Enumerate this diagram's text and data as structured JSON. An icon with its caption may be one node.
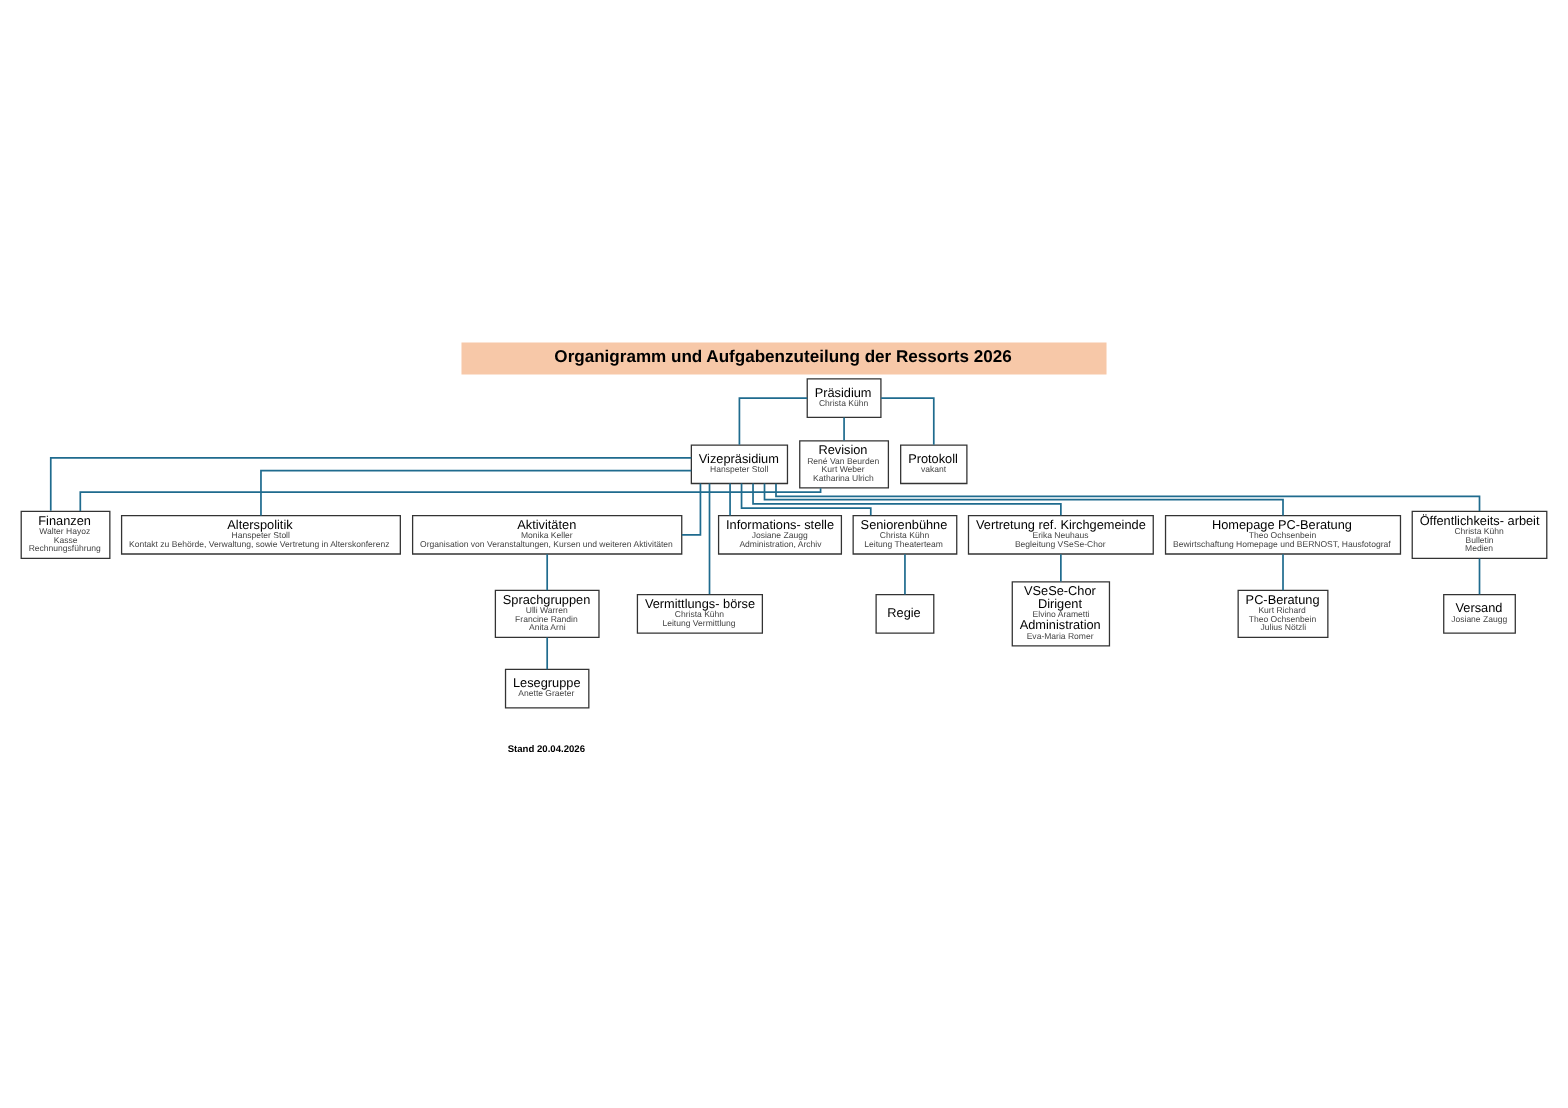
{
  "diagram": {
    "title": "Organigramm und Aufgabenzuteilung der Ressorts 2026",
    "nodes": [
      {
        "text": [
          "Präsidium",
          "Christa Kühn"
        ]
      },
      {
        "text": [
          "Revision",
          "René Van Beurden",
          "Kurt Weber",
          "Katharina Ulrich"
        ]
      },
      {
        "text": [
          "Protokoll",
          "vakant"
        ]
      },
      {
        "text": [
          "Vizepräsidium",
          "Hanspeter Stoll"
        ]
      },
      {
        "text": [
          "Finanzen",
          "Walter Hayoz",
          "Kasse",
          "Rechnungsführung"
        ]
      },
      {
        "text": [
          "Alterspolitik",
          "Hanspeter Stoll",
          "Kontakt zu Behörde, Verwaltung, sowie Vertretung in Alterskonferenz"
        ]
      },
      {
        "text": [
          "Aktivitäten",
          "Monika Keller",
          "Organisation von Veranstaltungen, Kursen und weiteren Aktivitäten"
        ]
      },
      {
        "text": [
          "Informations- stelle",
          "Josiane Zaugg",
          "Administration, Archiv"
        ]
      },
      {
        "text": [
          "Seniorenbühne",
          "Christa Kühn",
          "Leitung Theaterteam"
        ]
      },
      {
        "text": [
          "Vertretung ref. Kirchgemeinde",
          "Erika Neuhaus",
          "Begleitung VSeSe-Chor"
        ]
      },
      {
        "text": [
          "Homepage PC-Beratung",
          "Theo Ochsenbein",
          "Bewirtschaftung Homepage und BERNOST, Hausfotograf"
        ]
      },
      {
        "text": [
          "Öffentlichkeits- arbeit",
          "Christa Kühn",
          "Bulletin",
          "Medien"
        ]
      },
      {
        "text": [
          "Sprachgruppen",
          "Ulli Warren",
          "Francine Randin",
          "Anita Arni"
        ]
      },
      {
        "text": [
          "Lesegruppe",
          "Anette Graeter"
        ]
      },
      {
        "text": [
          "Vermittlungs- börse",
          "Christa Kühn",
          "Leitung Vermittlung"
        ]
      },
      {
        "text": [
          "Regie"
        ]
      },
      {
        "text": [
          "VSeSe-Chor",
          "Dirigent",
          "Elvino Arametti",
          "Administration",
          "Eva-Maria Romer"
        ]
      },
      {
        "text": [
          "PC-Beratung",
          "Kurt Richard",
          "Theo Ochsenbein",
          "Julius Nötzli"
        ]
      },
      {
        "text": [
          "Versand",
          "Josiane Zaugg"
        ]
      }
    ],
    "edges": [
      {
        "from": 0,
        "to": 3,
        "arrow": "none"
      },
      {
        "from": 0,
        "to": 1,
        "arrow": "none"
      },
      {
        "from": 0,
        "to": 2,
        "arrow": "none"
      },
      {
        "from": 1,
        "to": 4,
        "arrow": "none"
      },
      {
        "from": 3,
        "to": 4,
        "arrow": "none"
      },
      {
        "from": 3,
        "to": 5,
        "arrow": "none"
      },
      {
        "from": 3,
        "to": 6,
        "arrow": "none"
      },
      {
        "from": 3,
        "to": 14,
        "arrow": "none"
      },
      {
        "from": 3,
        "to": 7,
        "arrow": "none"
      },
      {
        "from": 3,
        "to": 8,
        "arrow": "none"
      },
      {
        "from": 3,
        "to": 9,
        "arrow": "none"
      },
      {
        "from": 3,
        "to": 10,
        "arrow": "none"
      },
      {
        "from": 3,
        "to": 11,
        "arrow": "none"
      },
      {
        "from": 6,
        "to": 12,
        "arrow": "none"
      },
      {
        "from": 12,
        "to": 13,
        "arrow": "none"
      },
      {
        "from": 8,
        "to": 15,
        "arrow": "none"
      },
      {
        "from": 9,
        "to": 16,
        "arrow": "none"
      },
      {
        "from": 10,
        "to": 17,
        "arrow": "none"
      },
      {
        "from": 11,
        "to": 18,
        "arrow": "none"
      }
    ],
    "labels": [
      "Stand 20.04.2026"
    ]
  }
}
